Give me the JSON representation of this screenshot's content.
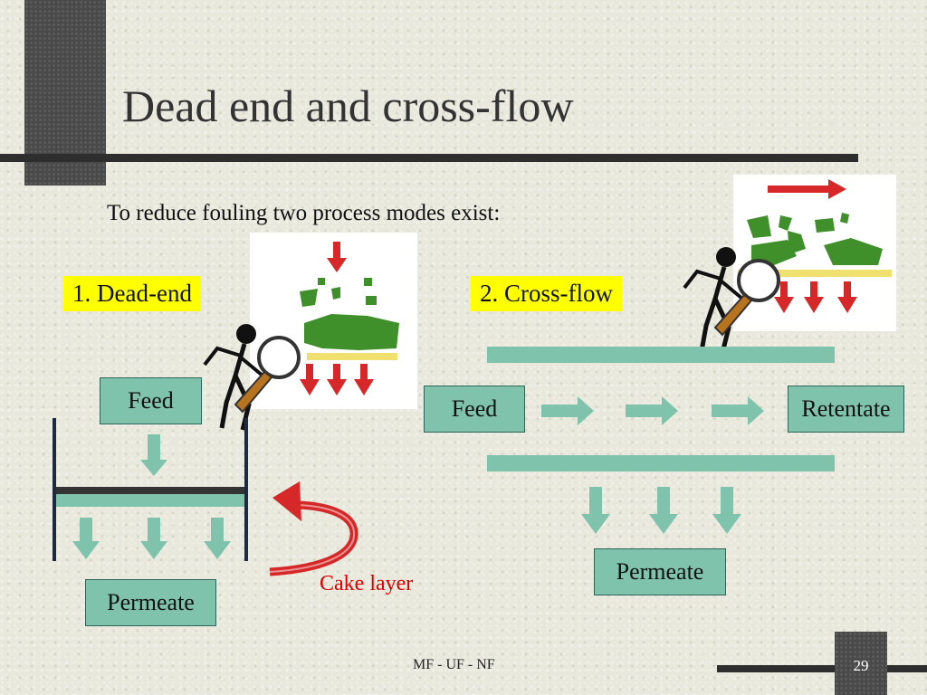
{
  "slide": {
    "title": "Dead end and cross-flow",
    "subtitle": "To reduce fouling two process modes exist:",
    "footer": "MF - UF - NF",
    "page_number": "29"
  },
  "dead_end": {
    "label": "1. Dead-end",
    "feed": "Feed",
    "permeate": "Permeate",
    "cake_label": "Cake layer"
  },
  "cross_flow": {
    "label": "2. Cross-flow",
    "feed": "Feed",
    "retentate": "Retentate",
    "permeate": "Permeate"
  },
  "colors": {
    "teal": "#7fc3ad",
    "yellow_label": "#ffff00",
    "red_arrow": "#e00000",
    "particle_green": "#3f8f2a"
  }
}
